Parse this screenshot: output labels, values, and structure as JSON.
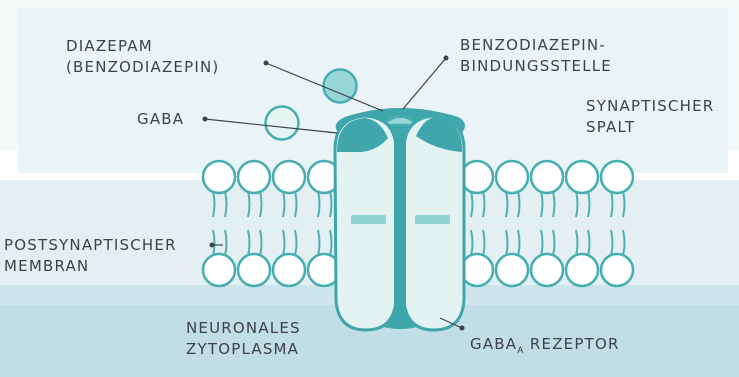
{
  "labels": {
    "diazepam_line1": "DIAZEPAM",
    "diazepam_line2": "(BENZODIAZEPIN)",
    "gaba": "GABA",
    "binding_site_line1": "BENZODIAZEPIN-",
    "binding_site_line2": "BINDUNGSSTELLE",
    "cleft_line1": "SYNAPTISCHER",
    "cleft_line2": "SPALT",
    "membrane_line1": "POSTSYNAPTISCHER",
    "membrane_line2": "MEMBRAN",
    "cytoplasm_line1": "NEURONALES",
    "cytoplasm_line2": "ZYTOPLASMA",
    "receptor_main": "GABA",
    "receptor_sub": "A",
    "receptor_rest": " REZEPTOR"
  },
  "colors": {
    "cleft_band": "#eaf3f6",
    "membrane_band": "#e3eff3",
    "cytoplasm_band": "#c1dde5",
    "teal_dark": "#3fa6ab",
    "teal_mid": "#57b9bc",
    "teal_light": "#e3f3f1",
    "diazepam_fill": "#98d6d8",
    "gaba_fill": "#e6f4f2",
    "text": "#3d4348",
    "leader": "#3d4348"
  }
}
